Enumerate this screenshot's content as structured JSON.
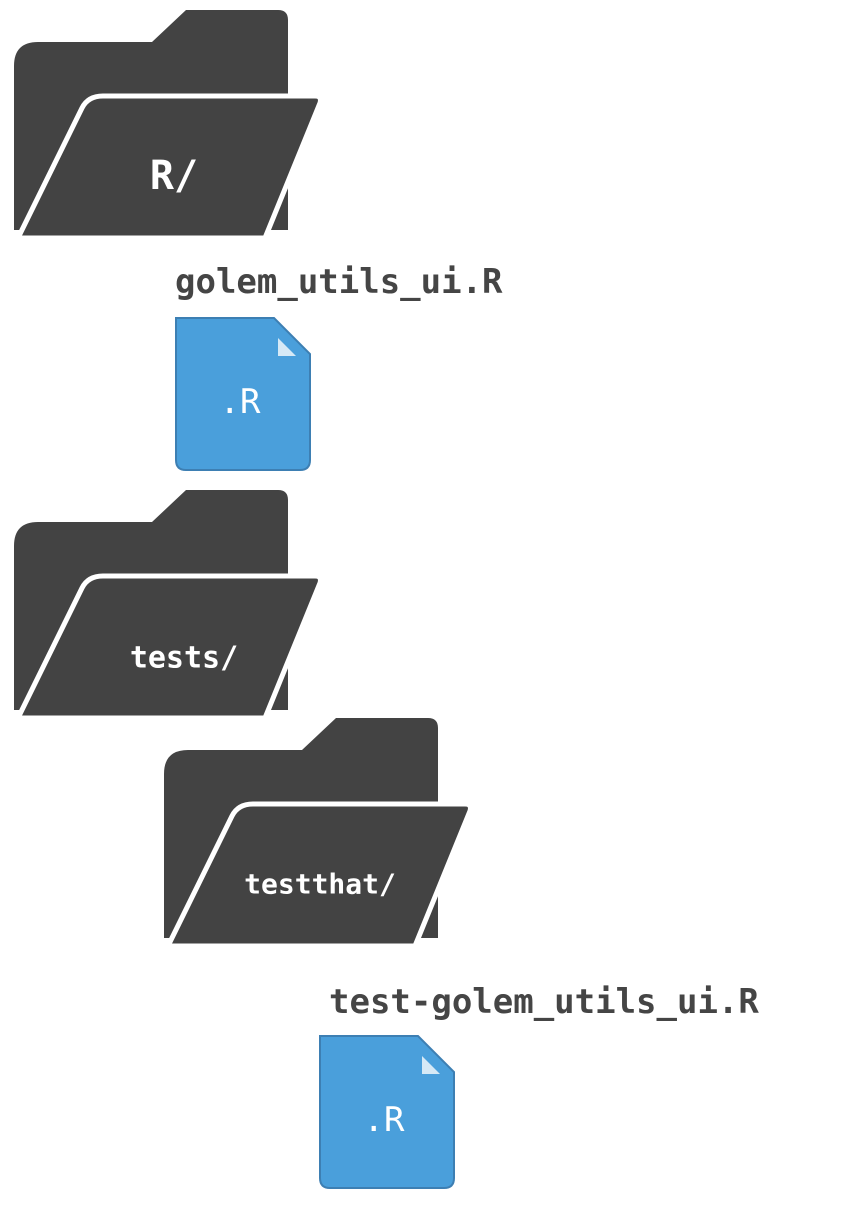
{
  "colors": {
    "folder": "#434343",
    "folder_outline": "#ffffff",
    "file": "#4a9fdb",
    "file_outline": "#3d7fb3",
    "file_corner": "#d6e9f6",
    "filename_text": "#454545"
  },
  "tree": {
    "r_folder": {
      "label": "R/",
      "icon": "folder-icon"
    },
    "r_file": {
      "name": "golem_utils_ui.R",
      "ext": ".R",
      "icon": "r-file-icon"
    },
    "tests_folder": {
      "label": "tests/",
      "icon": "folder-icon"
    },
    "testthat_folder": {
      "label": "testthat/",
      "icon": "folder-icon"
    },
    "test_file": {
      "name": "test-golem_utils_ui.R",
      "ext": ".R",
      "icon": "r-file-icon"
    }
  }
}
